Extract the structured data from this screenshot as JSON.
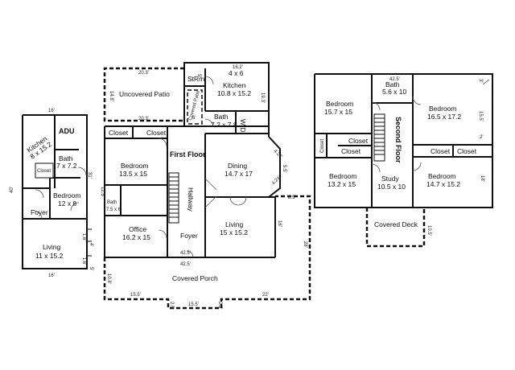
{
  "adu": {
    "title": "ADU",
    "top_dim": "16'",
    "bottom_dim": "16'",
    "left_dim": "40'",
    "kitchen": {
      "name": "Kitchen",
      "size": "8 x 15.2"
    },
    "bath": {
      "name": "Bath",
      "size": "7 x 7.2"
    },
    "closet": "Closet",
    "bedroom": {
      "name": "Bedroom",
      "size": "12 x 8"
    },
    "foyer": "Foyer",
    "living": {
      "name": "Living",
      "size": "11 x 15.2"
    },
    "side_dims": [
      "31'",
      "1.6'",
      "4'",
      "1.6'",
      "5'"
    ]
  },
  "first_floor": {
    "title": "First Floor",
    "uncovered_patio": "Uncovered Patio",
    "patio_dims": [
      "20.3'",
      "20.3'",
      "14.8'"
    ],
    "strm": "StRm",
    "kitchen": {
      "name": "Kitchen",
      "size": "10.8 x 15.2",
      "alt": "4 x 6"
    },
    "kitchen_dims": [
      "16.2'",
      "19.3'",
      "5'",
      "6'"
    ],
    "covered_patio": "Covered Patio",
    "bath": {
      "name": "Bath",
      "size": "7.2 x 7.8"
    },
    "wd": "W/D",
    "closet1": "Closet",
    "closet2": "Closet",
    "bedroom": {
      "name": "Bedroom",
      "size": "13.5 x 15"
    },
    "dining": {
      "name": "Dining",
      "size": "14.7 x 17"
    },
    "bath2": {
      "name": "Bath",
      "size": "7.5 x 6"
    },
    "hallway": "Hallway",
    "office": {
      "name": "Office",
      "size": "16.2 x 15"
    },
    "foyer": "Foyer",
    "living": {
      "name": "Living",
      "size": "15 x 15.2"
    },
    "dims": [
      "42.5'",
      "42.5'",
      "8.5'",
      "16'",
      "28'",
      "4.24'",
      "4.24'",
      "5.5'",
      "12.5'"
    ],
    "covered_porch": "Covered Porch",
    "porch_dims": [
      "15.5'",
      "15.5'",
      "22'",
      "10.8'",
      "2.5'",
      "2.5'"
    ]
  },
  "second_floor": {
    "title": "Second Floor",
    "bedroom1": {
      "name": "Bedroom",
      "size": "15.7 x 15"
    },
    "bath": {
      "name": "Bath",
      "size": "5.6 x 10"
    },
    "bath_dim": "42.5'",
    "bedroom2": {
      "name": "Bedroom",
      "size": "16.5 x 17.2"
    },
    "closet1": "Closet",
    "closet2": "Closet",
    "closet3": "Closet",
    "closet4": "Closet",
    "closet5": "Closet",
    "bedroom3": {
      "name": "Bedroom",
      "size": "13.2 x 15"
    },
    "study": {
      "name": "Study",
      "size": "10.5 x 10"
    },
    "bedroom4": {
      "name": "Bedroom",
      "size": "14.7 x 15.2"
    },
    "covered_deck": "Covered Deck",
    "dims": [
      "3'",
      "15.5'",
      "2'",
      "18'",
      "10.5'"
    ]
  }
}
